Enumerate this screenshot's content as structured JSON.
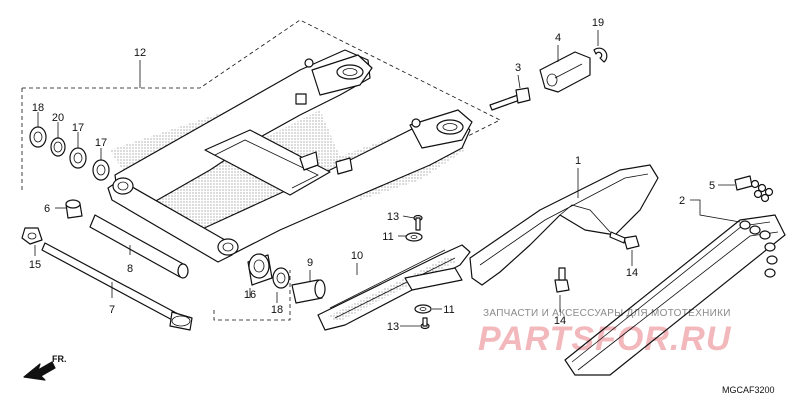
{
  "callouts": {
    "c1": "1",
    "c2": "2",
    "c3": "3",
    "c4": "4",
    "c5": "5",
    "c6": "6",
    "c7": "7",
    "c8": "8",
    "c9": "9",
    "c10": "10",
    "c11a": "11",
    "c11b": "11",
    "c12": "12",
    "c13a": "13",
    "c13b": "13",
    "c14a": "14",
    "c14b": "14",
    "c15": "15",
    "c16": "16",
    "c17a": "17",
    "c17b": "17",
    "c18a": "18",
    "c18b": "18",
    "c19": "19",
    "c20": "20"
  },
  "direction_label": "FR.",
  "diagram_code": "MGCAF3200",
  "watermark": {
    "caption": "ЗАПЧАСТИ И АКСЕССУАРЫ ДЛЯ МОТОТЕХНИКИ",
    "logo": "PARTSFOR.RU"
  }
}
